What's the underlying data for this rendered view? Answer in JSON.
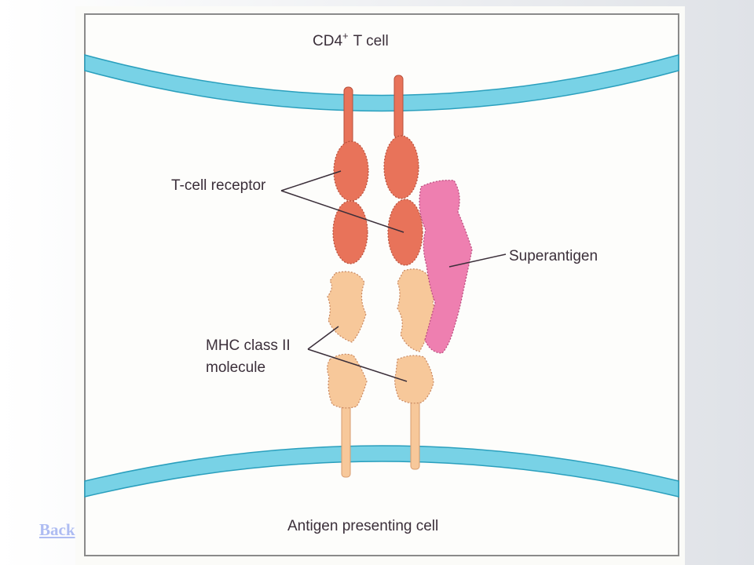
{
  "nav": {
    "back_label": "Back"
  },
  "figure": {
    "top_cell_label": "CD4",
    "top_cell_superscript": "+",
    "top_cell_suffix": "T cell",
    "bottom_cell_label": "Antigen presenting cell",
    "receptor_label": "T-cell receptor",
    "superantigen_label": "Superantigen",
    "mhc_label_line1": "MHC class II",
    "mhc_label_line2": "molecule"
  },
  "colors": {
    "membrane": "#78d2e6",
    "membrane_edge": "#2a9fbd",
    "receptor": "#e8735a",
    "mhc": "#f7c89a",
    "superantigen": "#ee7fb0",
    "frame_border": "#8a8a8a"
  }
}
